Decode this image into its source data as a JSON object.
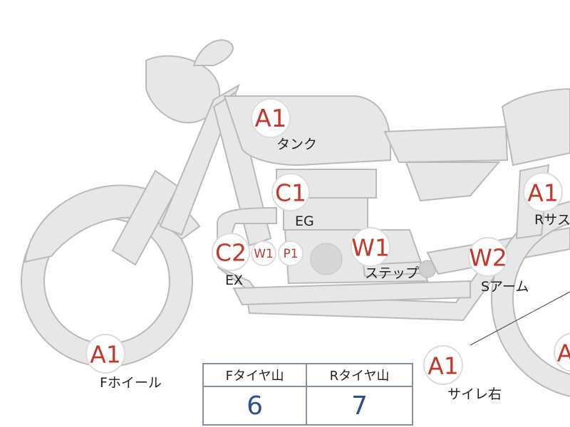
{
  "badges": [
    {
      "id": "tank",
      "code": "A1"
    },
    {
      "id": "engine",
      "code": "C1"
    },
    {
      "id": "exhaust",
      "code": "C2"
    },
    {
      "id": "exhaust-w1",
      "code": "W1"
    },
    {
      "id": "exhaust-p1",
      "code": "P1"
    },
    {
      "id": "step",
      "code": "W1"
    },
    {
      "id": "swingarm",
      "code": "W2"
    },
    {
      "id": "rear-suspension",
      "code": "A1"
    },
    {
      "id": "front-wheel",
      "code": "A1"
    },
    {
      "id": "side-cover-right",
      "code": "A1"
    },
    {
      "id": "rear-wheel",
      "code": "A"
    }
  ],
  "labels": {
    "tank": "タンク",
    "engine": "EG",
    "exhaust": "EX",
    "step": "ステップ",
    "swingarm": "Sアーム",
    "rear_suspension": "Rサス",
    "front_wheel": "Fホイール",
    "side_cover_right": "サイレ右"
  },
  "tire_table": {
    "headers": [
      "Fタイヤ山",
      "Rタイヤ山"
    ],
    "values": [
      "6",
      "7"
    ]
  },
  "colors": {
    "badge_text": "#c0392b",
    "tire_value": "#2f4f8a",
    "bike_fill": "#e6e7e6",
    "bike_outline": "#b9bab9"
  }
}
